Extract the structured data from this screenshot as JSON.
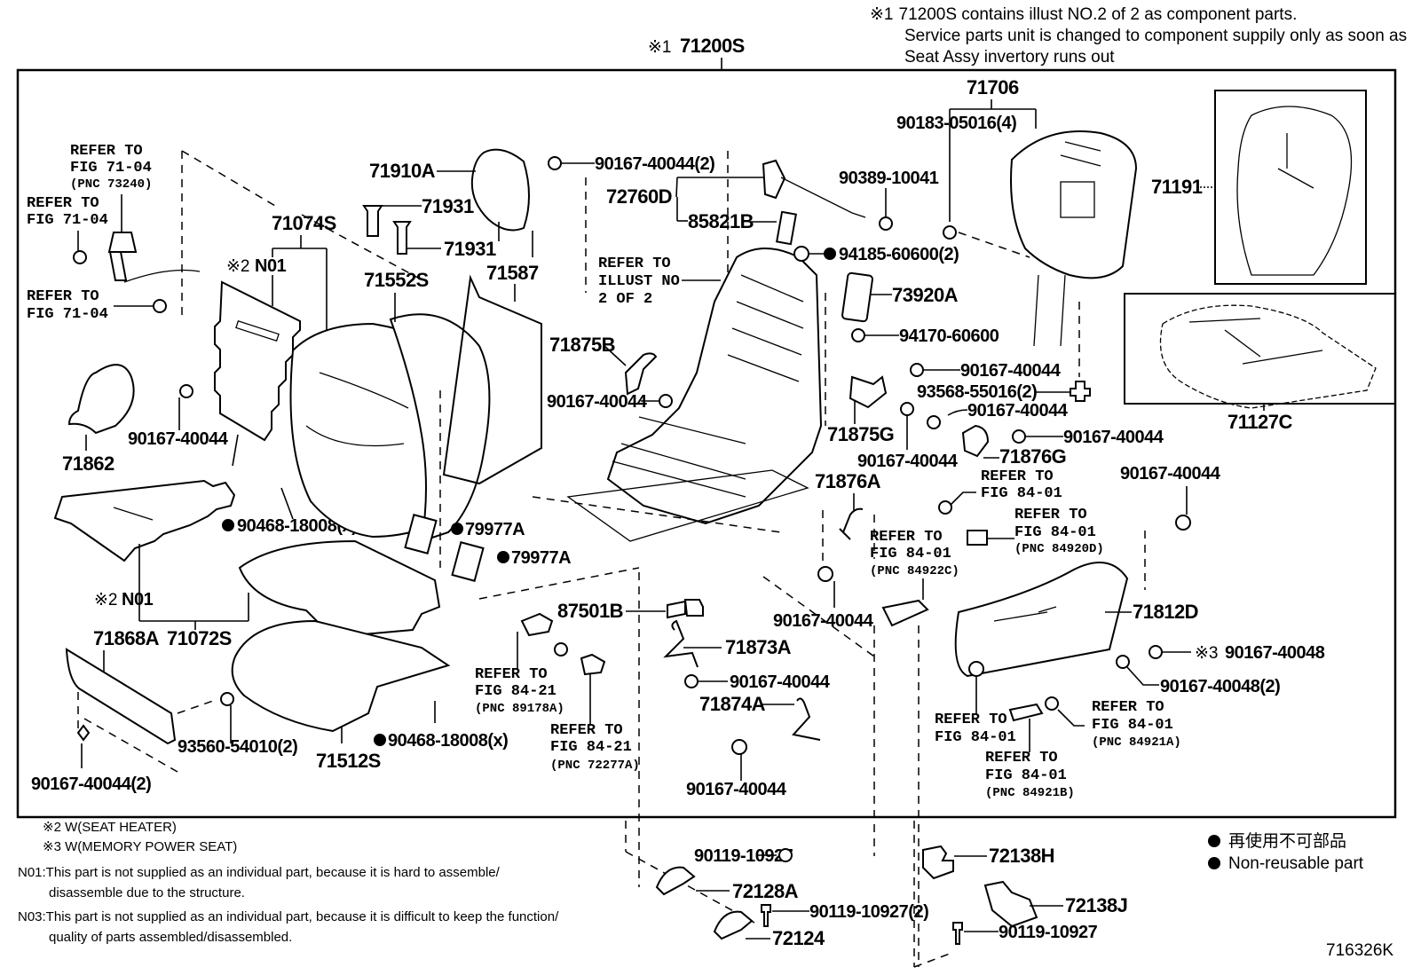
{
  "diagram": {
    "title_assembly": "71200S",
    "title_marker": "※1",
    "figure_id": "716326K",
    "header_note": {
      "marker": "※1",
      "lines": [
        "71200S contains illust NO.2 of 2 as component parts.",
        "Service parts unit is changed to component suppily only as soon as",
        "Seat Assy invertory runs out"
      ]
    },
    "parts": {
      "p71706": "71706",
      "p90183": "90183-05016(4)",
      "p71191": "71191",
      "p71127C": "71127C",
      "p90167_top": "90167-40044(2)",
      "p71910A": "71910A",
      "p71931a": "71931",
      "p71931b": "71931",
      "p72760D": "72760D",
      "p85821B": "85821B",
      "p90389": "90389-10041",
      "p94185": "94185-60600(2)",
      "p73920A": "73920A",
      "p94170": "94170-60600",
      "p71074S": "71074S",
      "p71552S": "71552S",
      "p71587": "71587",
      "p71875B": "71875B",
      "p90167_875b": "90167-40044",
      "p90167_r1": "90167-40044",
      "p93568": "93568-55016(2)",
      "p90167_r2": "90167-40044",
      "p71875G": "71875G",
      "p90167_r3": "90167-40044",
      "p90167_r4": "90167-40044",
      "p71876G": "71876G",
      "p90167_r5": "90167-40044",
      "p71876A": "71876A",
      "p71812D": "71812D",
      "p90167_40048_s3": "90167-40048",
      "p90167_40048_2": "90167-40048(2)",
      "p90167_mid": "90167-40044",
      "p71862": "71862",
      "p90167_71862": "90167-40044",
      "p90468_a": "90468-18008(x)",
      "p79977A_a": "79977A",
      "p79977A_b": "79977A",
      "p87501B": "87501B",
      "p71873A": "71873A",
      "p90167_873": "90167-40044",
      "p71874A": "71874A",
      "p90167_bot": "90167-40044",
      "p71868A": "71868A",
      "p71072S": "71072S",
      "p93560": "93560-54010(2)",
      "p71512S": "71512S",
      "p90468_b": "90468-18008(x)",
      "p90167_2_left": "90167-40044(2)",
      "p90119_a": "90119-10927",
      "p72128A": "72128A",
      "p90119_2": "90119-10927(2)",
      "p72124": "72124",
      "p72138H": "72138H",
      "p72138J": "72138J",
      "p90119_b": "90119-10927"
    },
    "markers": {
      "s2": "※2",
      "s3": "※3",
      "n01": "N01"
    },
    "references": {
      "seatbelt_top": [
        "REFER TO",
        "FIG 71-04",
        "(PNC 73240)"
      ],
      "seatbelt_left": [
        "REFER TO",
        "FIG 71-04"
      ],
      "seatbelt_bottom": [
        "REFER TO",
        "FIG 71-04"
      ],
      "illust": [
        "REFER TO",
        "ILLUST NO",
        "2 OF 2"
      ],
      "fig8401_a": [
        "REFER TO",
        "FIG 84-01"
      ],
      "fig8401_920d": [
        "REFER TO",
        "FIG 84-01",
        "(PNC 84920D)"
      ],
      "fig8401_922c": [
        "REFER TO",
        "FIG 84-01",
        "(PNC 84922C)"
      ],
      "fig8421_178a": [
        "REFER TO",
        "FIG 84-21",
        "(PNC 89178A)"
      ],
      "fig8421_277a": [
        "REFER TO",
        "FIG 84-21",
        "(PNC 72277A)"
      ],
      "fig8401_b": [
        "REFER TO",
        "FIG 84-01"
      ],
      "fig8401_921b": [
        "REFER TO",
        "FIG 84-01",
        "(PNC 84921B)"
      ],
      "fig8401_921a": [
        "REFER TO",
        "FIG 84-01",
        "(PNC 84921A)"
      ]
    },
    "footnotes": {
      "s2": "※2 W(SEAT HEATER)",
      "s3": "※3 W(MEMORY POWER SEAT)",
      "n01_line1": "N01:This part is not supplied as an individual part, because it is hard to assemble/",
      "n01_line2": "disassemble due to the structure.",
      "n03_line1": "N03:This part is not supplied as an individual part, because it is difficult to keep the function/",
      "n03_line2": "quality of parts assembled/disassembled."
    },
    "legend": {
      "jp": "再使用不可部品",
      "en": "Non-reusable part"
    }
  }
}
